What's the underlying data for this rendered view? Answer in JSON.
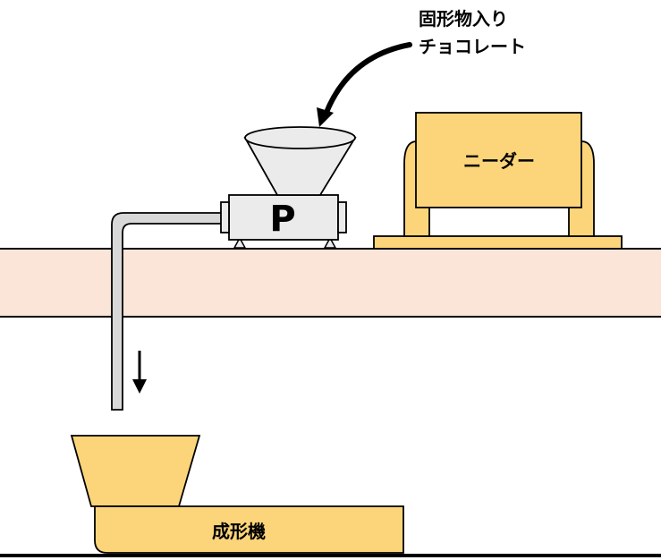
{
  "labels": {
    "input_line1": "固形物入り",
    "input_line2": "チョコレート",
    "pump": "P",
    "kneader": "ニーダー",
    "forming_machine": "成形機"
  },
  "colors": {
    "floor": "#FAE5D8",
    "machine_fill": "#FCD57A",
    "pump_body": "#EBEBEB",
    "pipe": "#D8D8D8",
    "outline": "#000000"
  }
}
